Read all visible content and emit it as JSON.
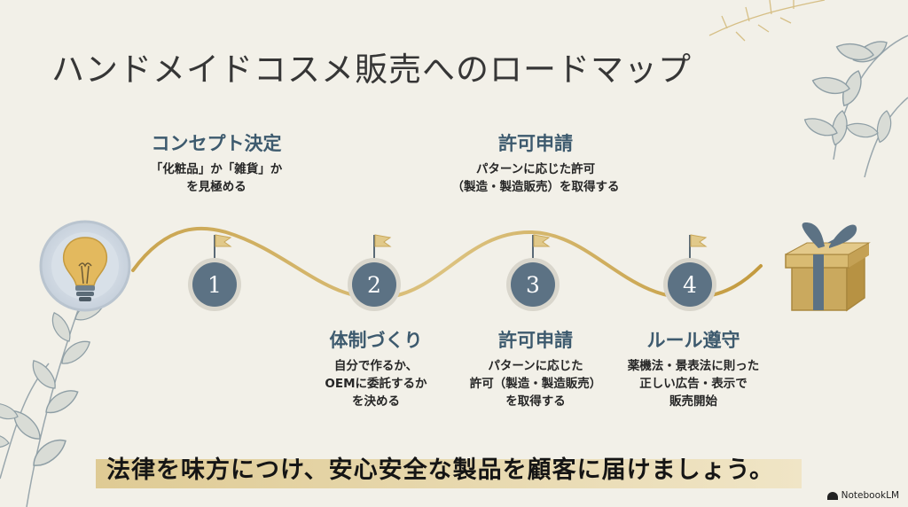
{
  "title": "ハンドメイドコスメ販売へのロードマップ",
  "steps": [
    {
      "number": "1",
      "heading": "コンセプト決定",
      "lines": [
        "「化粧品」か「雑貨」か",
        "を見極める"
      ]
    },
    {
      "number": "2",
      "heading": "体制づくり",
      "lines": [
        "自分で作るか、",
        "OEMに委託するか",
        "を決める"
      ]
    },
    {
      "number": "3",
      "heading": "許可申請",
      "lines": [
        "パターンに応じた",
        "許可（製造・製造販売）",
        "を取得する"
      ]
    },
    {
      "number": "4",
      "heading": "ルール遵守",
      "lines": [
        "薬機法・景表法に則った",
        "正しい広告・表示で",
        "販売開始"
      ]
    }
  ],
  "upper_label": {
    "heading": "許可申請",
    "lines": [
      "パターンに応じた許可",
      "（製造・製造販売）を取得する"
    ]
  },
  "closing": "法律を味方につけ、安心安全な製品を顧客に届けましょう。",
  "logo": "NotebookLM",
  "colors": {
    "accent": "#3d5a6e",
    "node": "#5c7284",
    "gold": "#c8a85a",
    "background": "#f2f0e8"
  },
  "icons": {
    "start": "lightbulb-icon",
    "goal": "gift-box-icon",
    "milestone": "flag-icon"
  }
}
